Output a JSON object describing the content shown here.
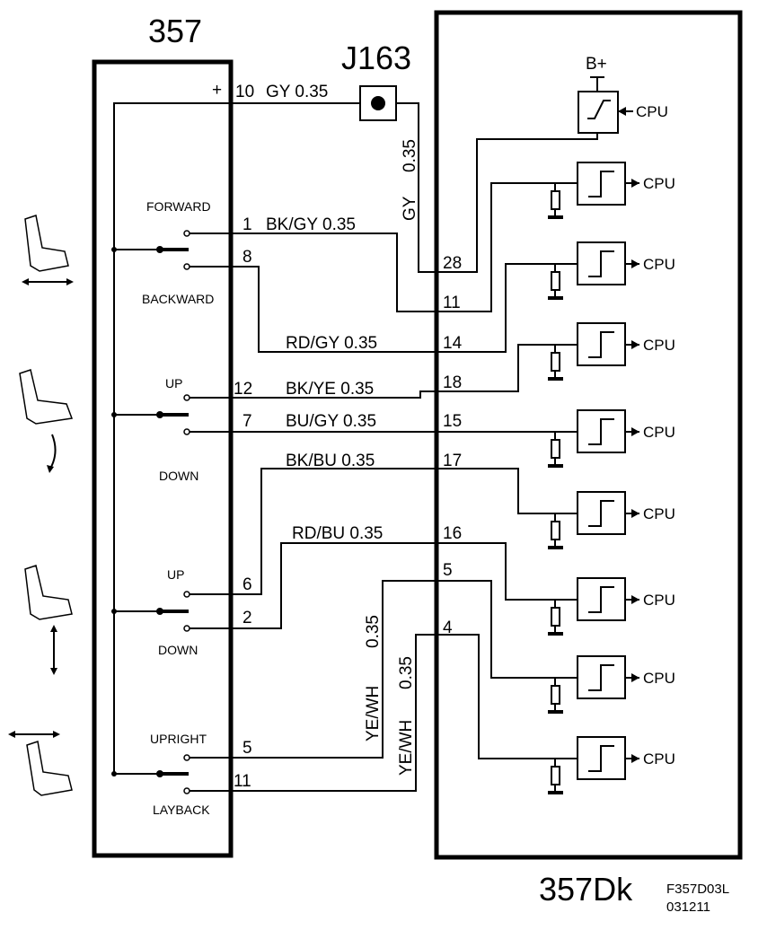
{
  "diagram": {
    "switch_label": "357",
    "control_module_label": "357Dk",
    "connector_label": "J163",
    "figure_ref": "F357D03L",
    "figure_date": "031211",
    "plus_sign": "+",
    "b_plus": "B+",
    "cpu": "CPU"
  },
  "switch_labels": {
    "forward": "FORWARD",
    "backward": "BACKWARD",
    "up1": "UP",
    "down1": "DOWN",
    "up2": "UP",
    "down2": "DOWN",
    "upright": "UPRIGHT",
    "layback": "LAYBACK"
  },
  "wires": {
    "w10": {
      "pin": "10",
      "color": "GY 0.35"
    },
    "w_gy": {
      "color": "GY",
      "size": "0.35"
    },
    "w1": {
      "pin": "1",
      "color": "BK/GY 0.35"
    },
    "w8": {
      "pin": "8"
    },
    "w14": {
      "color": "RD/GY 0.35",
      "pin": "14"
    },
    "w12": {
      "pin": "12",
      "color": "BK/YE 0.35"
    },
    "w18": {
      "pin": "18"
    },
    "w7": {
      "pin": "7",
      "color": "BU/GY 0.35"
    },
    "w15": {
      "pin": "15"
    },
    "w17": {
      "color": "BK/BU 0.35",
      "pin": "17"
    },
    "w16": {
      "color": "RD/BU 0.35",
      "pin": "16"
    },
    "w6": {
      "pin": "6"
    },
    "w2": {
      "pin": "2"
    },
    "w5": {
      "pin": "5",
      "module_pin": "5",
      "color": "YE/WH",
      "size": "0.35"
    },
    "w11": {
      "pin": "11",
      "module_pin": "4",
      "color": "YE/WH",
      "size": "0.35"
    },
    "w28": {
      "pin": "28"
    },
    "w11m": {
      "pin": "11"
    }
  }
}
